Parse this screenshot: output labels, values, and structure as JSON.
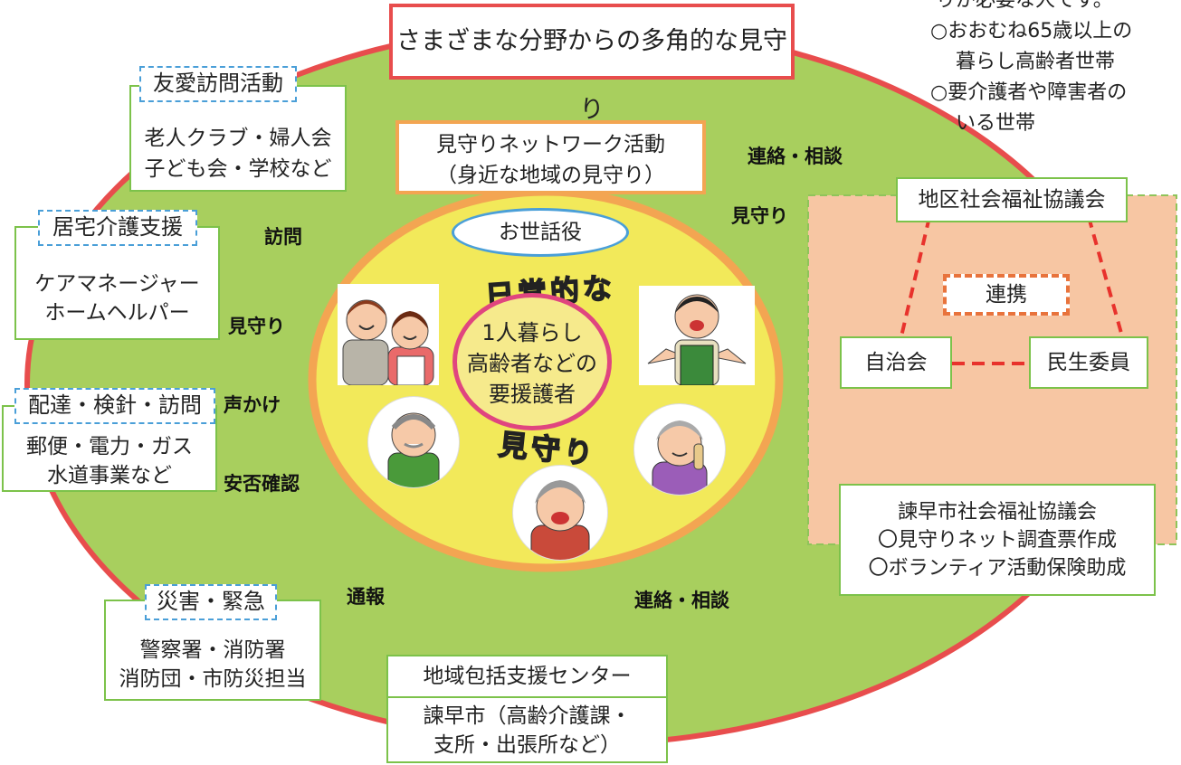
{
  "colors": {
    "outer_green": "#a8cf5e",
    "outer_border": "#e84d4d",
    "inner_yellow": "#f2e95a",
    "inner_border": "#f3a552",
    "center_border": "#e0457f",
    "box_green": "#7cc24a",
    "tag_blue": "#4a9fd8",
    "peach": "#f7c6a3",
    "red_dash": "#e8322c"
  },
  "top_notes": [
    "りが必要な人です。",
    "○おおむね65歳以上の",
    "暮らし高齢者世帯",
    "○要介護者や障害者の",
    "いる世帯"
  ],
  "title": "さまざまな分野からの多角的な見守り",
  "groups": [
    {
      "tag": "友愛訪問活動",
      "lines": [
        "老人クラブ・婦人会",
        "子ども会・学校など"
      ]
    },
    {
      "tag": "居宅介護支援",
      "lines": [
        "ケアマネージャー",
        "ホームヘルパー"
      ]
    },
    {
      "tag": "配達・検針・訪問",
      "lines": [
        "郵便・電力・ガス",
        "水道事業など"
      ]
    },
    {
      "tag": "災害・緊急",
      "lines": [
        "警察署・消防署",
        "消防団・市防災担当"
      ]
    }
  ],
  "bottom_center": {
    "title": "地域包括支援センター",
    "lines": [
      "諫早市（高齢介護課・",
      "支所・出張所など）"
    ]
  },
  "network": {
    "title_line1": "見守りネットワーク活動",
    "title_line2": "（身近な地域の見守り）",
    "caretaker": "お世話役",
    "arc_top": "日常的な",
    "arc_bottom": "見守り",
    "center_lines": [
      "1人暮らし",
      "高齢者などの",
      "要援護者"
    ]
  },
  "actions": {
    "visit": "訪問",
    "watch_left": "見守り",
    "call": "声かけ",
    "safety": "安否確認",
    "report": "通報",
    "contact_bottom": "連絡・相談",
    "contact_top": "連絡・相談",
    "watch_right": "見守り"
  },
  "council": {
    "title": "地区社会福祉協議会",
    "cooperation": "連携",
    "left": "自治会",
    "right": "民生委員"
  },
  "city_council": {
    "title": "諫早市社会福祉協議会",
    "items": [
      "〇見守りネット調査票作成",
      "〇ボランティア活動保険助成"
    ]
  },
  "icons": [
    "couple-figure",
    "farmer-figure",
    "elderly-man-figure",
    "elderly-woman-figure",
    "laughing-woman-figure"
  ]
}
